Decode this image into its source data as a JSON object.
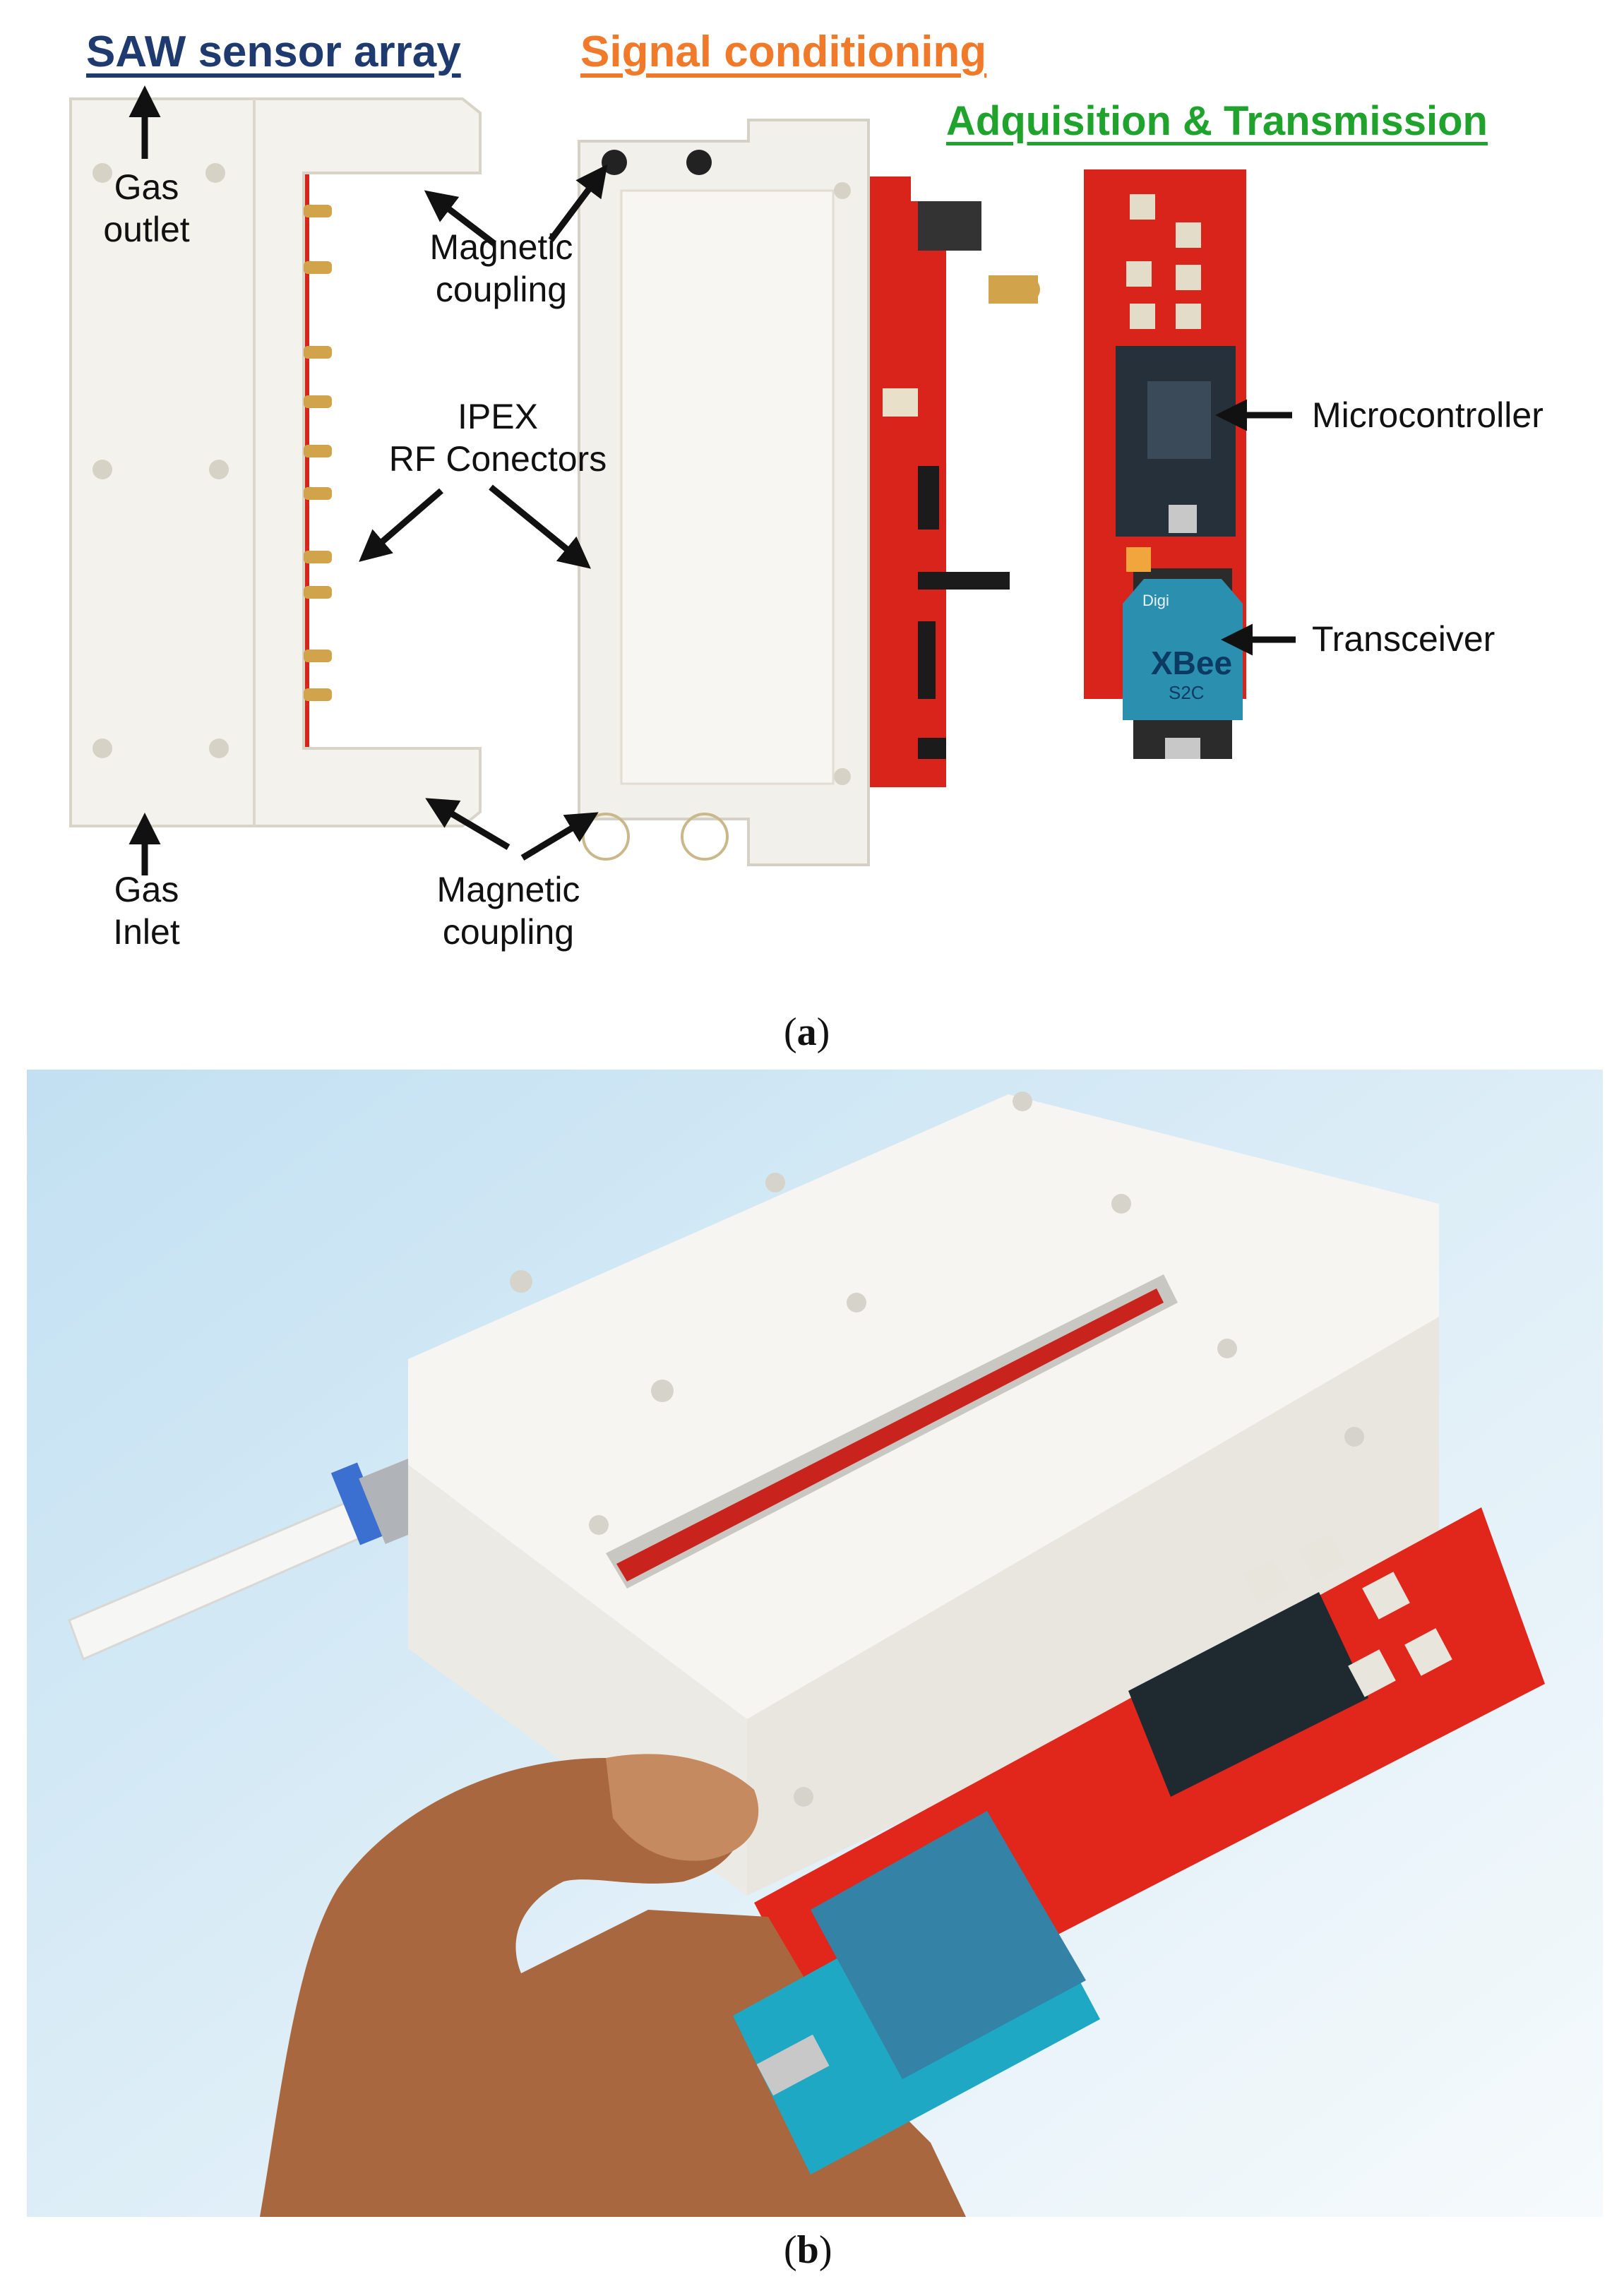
{
  "panel_a": {
    "headers": {
      "saw": "SAW sensor array",
      "signal": "Signal conditioning",
      "acq": "Adquisition & Transmission"
    },
    "labels": {
      "gas_outlet_1": "Gas",
      "gas_outlet_2": "outlet",
      "magnetic_top_1": "Magnetic",
      "magnetic_top_2": "coupling",
      "ipex_1": "IPEX",
      "ipex_2": "RF Conectors",
      "microcontroller": "Microcontroller",
      "transceiver": "Transceiver",
      "gas_inlet_1": "Gas",
      "gas_inlet_2": "Inlet",
      "magnetic_bot_1": "Magnetic",
      "magnetic_bot_2": "coupling"
    },
    "pcb_markings": {
      "xbee_brand": "XBee",
      "xbee_model": "S2C",
      "digi": "Digi"
    },
    "caption_letter": "a"
  },
  "panel_b": {
    "caption_letter": "b"
  },
  "colors": {
    "saw_header": "#1f3a6e",
    "signal_header": "#f07a2a",
    "acq_header": "#1fa32c",
    "pcb_red": "#d9241c",
    "plastic": "#f4f2ec",
    "xbee_blue": "#2b8fb0",
    "skin": "#a8673e"
  }
}
